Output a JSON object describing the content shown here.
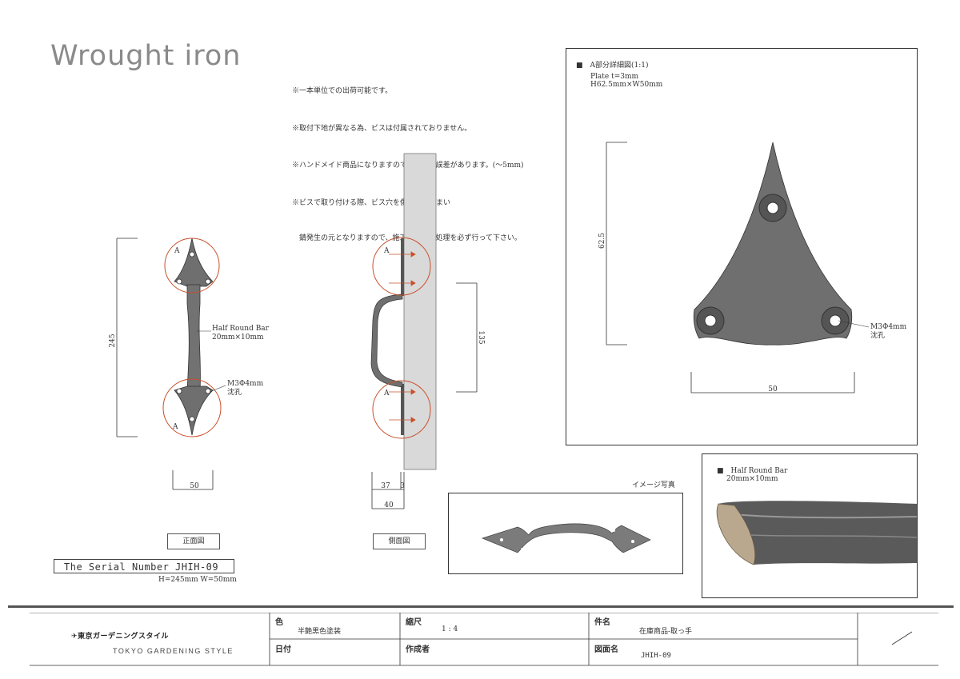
{
  "title": "Wrought iron",
  "notes": [
    "※一本単位での出荷可能です。",
    "※取付下地が異なる為、ビスは付属されておりません。",
    "※ハンドメイド商品になりますので、若干の誤差があります。(～5mm)",
    "※ビスで取り付ける際、ビス穴を傷つけてしまい",
    "　錆発生の元となりますので、施工後錆止め処理を必ず行って下さい。"
  ],
  "front_view": {
    "marker_top": "A",
    "marker_bottom": "A",
    "height_dim": "245",
    "width_dim": "50",
    "bar_label_1": "Half Round Bar",
    "bar_label_2": "20mm×10mm",
    "hole_label_1": "M3Φ4mm",
    "hole_label_2": "沈孔",
    "view_label": "正面図"
  },
  "side_view": {
    "marker_top": "A",
    "marker_bottom": "A",
    "height_dim": "135",
    "dim_37": "37",
    "dim_3": "3",
    "dim_40": "40",
    "view_label": "側面図"
  },
  "serial": {
    "text": "The Serial Number JHIH-09",
    "size": "H=245mm W=50mm"
  },
  "detail": {
    "heading": "■　A部分詳細図(1:1)",
    "plate": "Plate t=3mm",
    "plate_size": "H62.5mm×W50mm",
    "height_dim": "62.5",
    "width_dim": "50",
    "hole_label_1": "M3Φ4mm",
    "hole_label_2": "沈孔"
  },
  "image_photo": {
    "label": "イメージ写真"
  },
  "bar_photo": {
    "label_1": "■　Half Round Bar",
    "label_2": "20mm×10mm"
  },
  "title_block": {
    "company": "東京ガーデニングスタイル",
    "company_sub": "TOKYO GARDENING STYLE",
    "color_label": "色",
    "color_value": "半艶黒色塗装",
    "scale_label": "縮尺",
    "scale_value": "1 : 4",
    "item_label": "件名",
    "item_value": "在庫商品-取っ手",
    "date_label": "日付",
    "author_label": "作成者",
    "drawing_label": "図面名",
    "drawing_value": "JHIH-09"
  },
  "colors": {
    "accent_red": "#c8502a",
    "iron": "#6f6f6f",
    "shade": "#d9d9d9"
  }
}
